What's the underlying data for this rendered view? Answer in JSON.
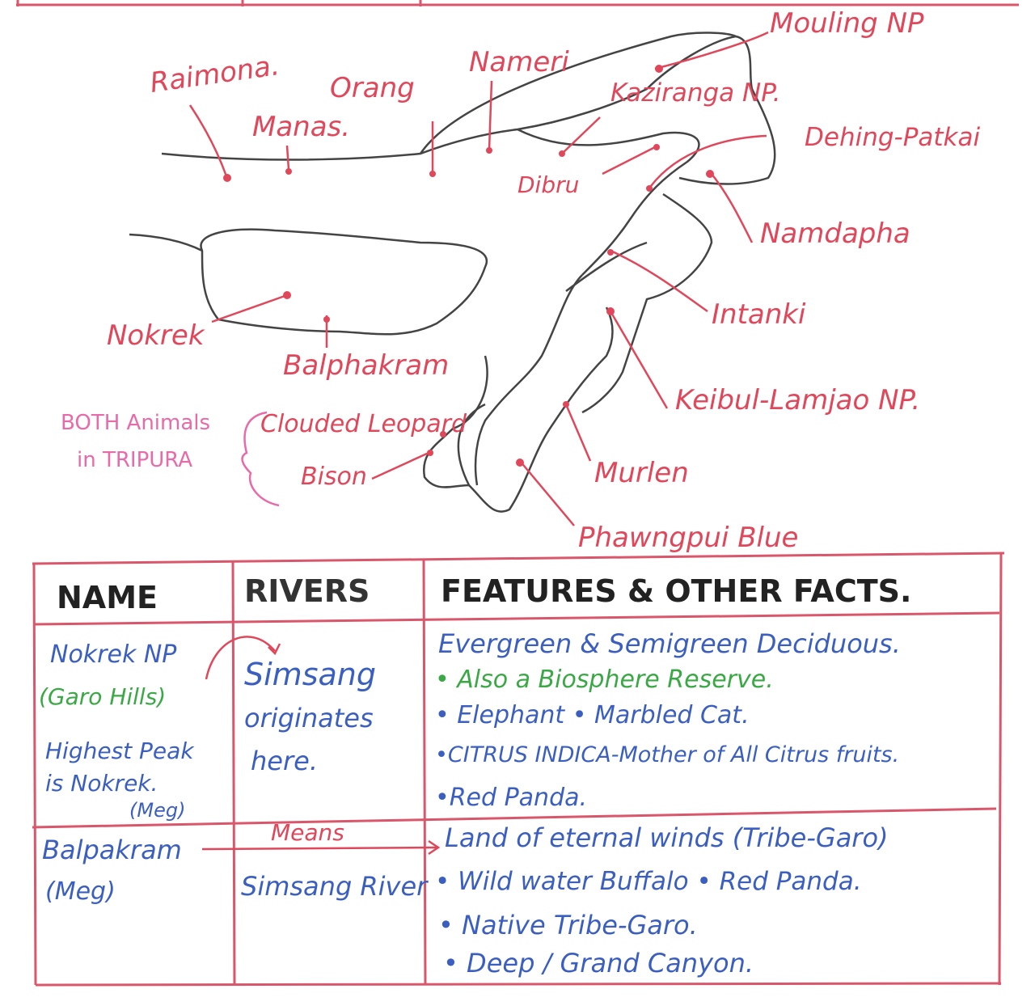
{
  "map": {
    "labels": {
      "mouling": "Mouling NP",
      "raimona": "Raimona.",
      "nameri": "Nameri",
      "orang": "Orang",
      "manas": "Manas.",
      "kaziranga": "Kaziranga NP.",
      "dehing": "Dehing-Patkai",
      "dibru": "Dibru",
      "namdapha": "Namdapha",
      "intanki": "Intanki",
      "nokrek": "Nokrek",
      "balphakram": "Balphakram",
      "keibul": "Keibul-Lamjao NP.",
      "murlen": "Murlen",
      "phawngpui": "Phawngpui Blue",
      "clouded": "Clouded Leopard",
      "bison": "Bison",
      "both_line1": "BOTH Animals",
      "both_line2": "in TRIPURA"
    },
    "colors": {
      "label": "#e0475a",
      "outline": "#444444",
      "note": "#e86aa8"
    }
  },
  "table": {
    "headers": {
      "name": "NAME",
      "rivers": "RIVERS",
      "features": "FEATURES & OTHER FACTS."
    },
    "rows": [
      {
        "name": [
          "Nokrek NP",
          "(Garo Hills)",
          "Highest Peak",
          "is Nokrek.",
          "(Meg)"
        ],
        "rivers": [
          "Simsang",
          "originates",
          "here."
        ],
        "features": [
          "Evergreen & Semigreen Deciduous.",
          "• Also a Biosphere Reserve.",
          "• Elephant  • Marbled Cat.",
          "•CITRUS INDICA-Mother of All Citrus fruits.",
          "•Red Panda."
        ]
      },
      {
        "name": [
          "Balpakram",
          "(Meg)"
        ],
        "rivers_note": "Means",
        "rivers": [
          "Simsang River"
        ],
        "features": [
          "Land of eternal winds (Tribe-Garo)",
          "• Wild water Buffalo • Red Panda.",
          "• Native Tribe-Garo.",
          "• Deep / Grand Canyon."
        ]
      }
    ],
    "colors": {
      "grid": "#d9566b",
      "blue_ink": "#3b5fc0",
      "green_ink": "#3aa845",
      "header_ink": "#222222"
    }
  }
}
